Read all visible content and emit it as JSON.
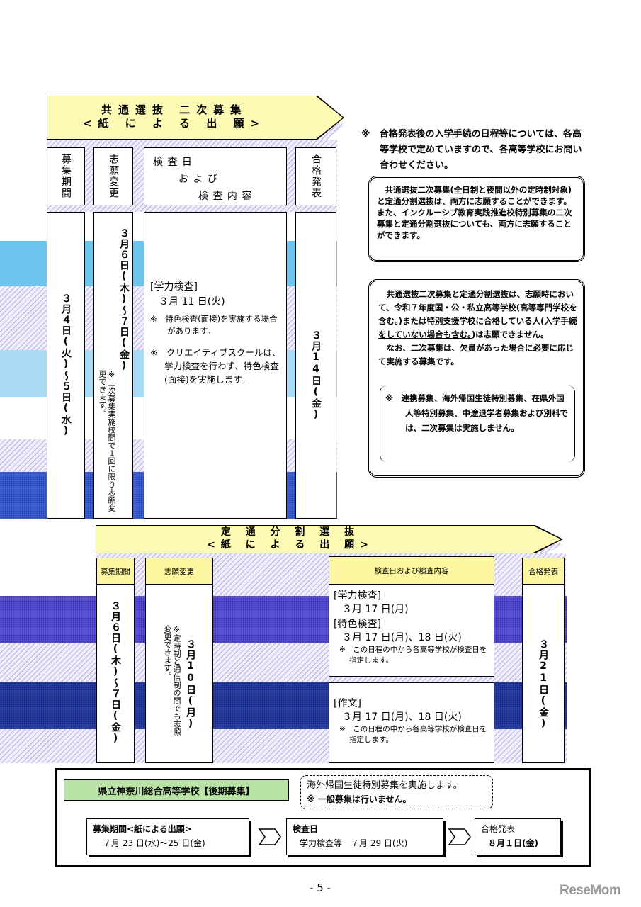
{
  "common": {
    "title1": "共通選抜 二次募集",
    "title2": "<紙 に よ る 出 願>",
    "h_boshu": "募集期間",
    "h_shigan": "志願変更",
    "h_kensa1": "検 査 日",
    "h_kensa2": "お よ び",
    "h_kensa3": "検 査 内 容",
    "h_gokaku": "合格発表",
    "boshu_date": "３月４日(火)～５日(水)",
    "shigan_date": "３月６日(木)～７日(金)",
    "shigan_note": "※二次募集実施校間で１回に限り志願変更できます。",
    "kensa_label": "[学力検査]",
    "kensa_date": "３月 11 日(火)",
    "kensa_note1": "※　特色検査(面接)を実施する場合があります。",
    "kensa_note2": "※　クリエイティブスクールは、学力検査を行わず、特色検査(面接)を実施します。",
    "gokaku_date": "３月14日(金)"
  },
  "notes": {
    "top_note": "※　合格発表後の入学手続の日程等については、各高等学校で定めていますので、各高等学校にお問い合わせください。",
    "box1": "共通選抜二次募集(全日制と夜間以外の定時制対象)と定通分割選抜は、両方に志願することができます。また、インクルーシブ教育実践推進校特別募集の二次募集と定通分割選抜についても、両方に志願することができます。",
    "box2_a": "共通選抜二次募集と定通分割選抜は、志願時において、令和７年度国・公・私立高等学校(高等専門学校を含む。)または特別支援学校に合格している人(",
    "box2_u": "入学手続をしていない場合も含む。",
    "box2_b": ")は志願できません。",
    "box2_c": "なお、二次募集は、欠員があった場合に必要に応じて実施する募集です。",
    "box2_inner": "※　連携募集、海外帰国生徒特別募集、在県外国人等特別募集、中途退学者募集および別科では、二次募集は実施しません。"
  },
  "teitsu": {
    "title1": "定 通 分 割 選 抜",
    "title2": "<紙 に よ る 出 願>",
    "h_boshu": "募集期間",
    "h_shigan": "志願変更",
    "h_kensa": "検査日および検査内容",
    "h_gokaku": "合格発表",
    "boshu_date": "３月６日(木)～７日(金)",
    "shigan_date": "３月10日(月)",
    "shigan_note": "※定時制と通信制の間でも志願変更できます。",
    "k1_label1": "[学力検査]",
    "k1_date1": "３月 17 日(月)",
    "k1_label2": "[特色検査]",
    "k1_date2": "３月 17 日(月)、18 日(火)",
    "k1_note": "※　この日程の中から各高等学校が検査日を指定します。",
    "k2_label": "[作文]",
    "k2_date": "３月 17 日(月)、18 日(火)",
    "k2_note": "※　この日程の中から各高等学校が検査日を指定します。",
    "gokaku_date": "３月21日(金)"
  },
  "kanagawa": {
    "school": "県立神奈川総合高等学校【後期募集】",
    "notice1": "海外帰国生徒特別募集を実施します。",
    "notice2": "※ 一般募集は行いません。",
    "s1_label": "募集期間<紙による出願>",
    "s1_date": "７月 23 日(水)～25 日(金)",
    "s2_label": "検査日",
    "s2_date": "学力検査等　７月 29 日(火)",
    "s3_label": "合格発表",
    "s3_date": "８月１日(金)"
  },
  "page_number": "- 5 -",
  "watermark": "ReseMom"
}
